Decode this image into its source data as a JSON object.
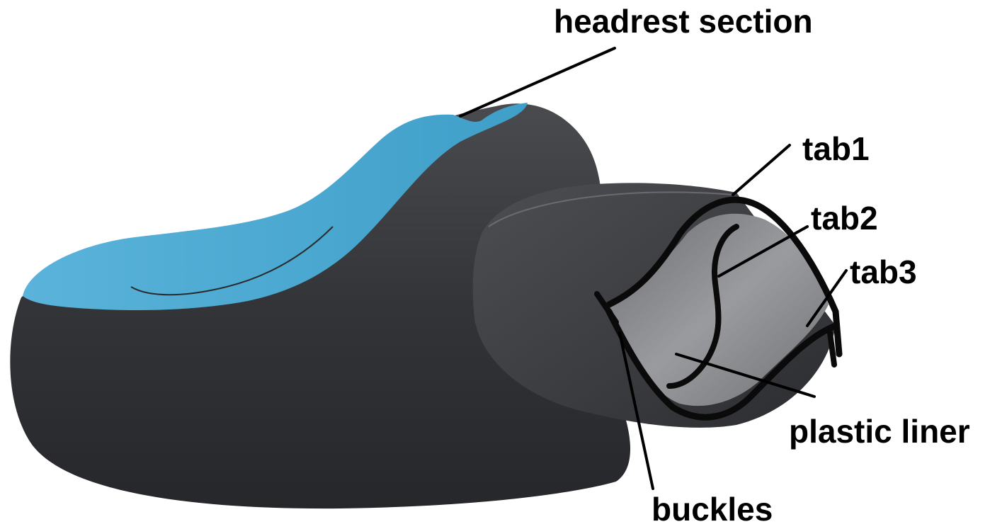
{
  "labels": {
    "headrest": "headrest section",
    "tab1": "tab1",
    "tab2": "tab2",
    "tab3": "tab3",
    "plastic_liner": "plastic liner",
    "buckles": "buckles"
  },
  "colors": {
    "shell_dark": "#2f3033",
    "shell_mid": "#45464a",
    "shell_light": "#5c5d61",
    "seat_blue": "#4aa8d0",
    "liner_gray": "#8a8b8f",
    "tab_black": "#0a0a0a",
    "label_text": "#000000",
    "background": "#ffffff"
  }
}
